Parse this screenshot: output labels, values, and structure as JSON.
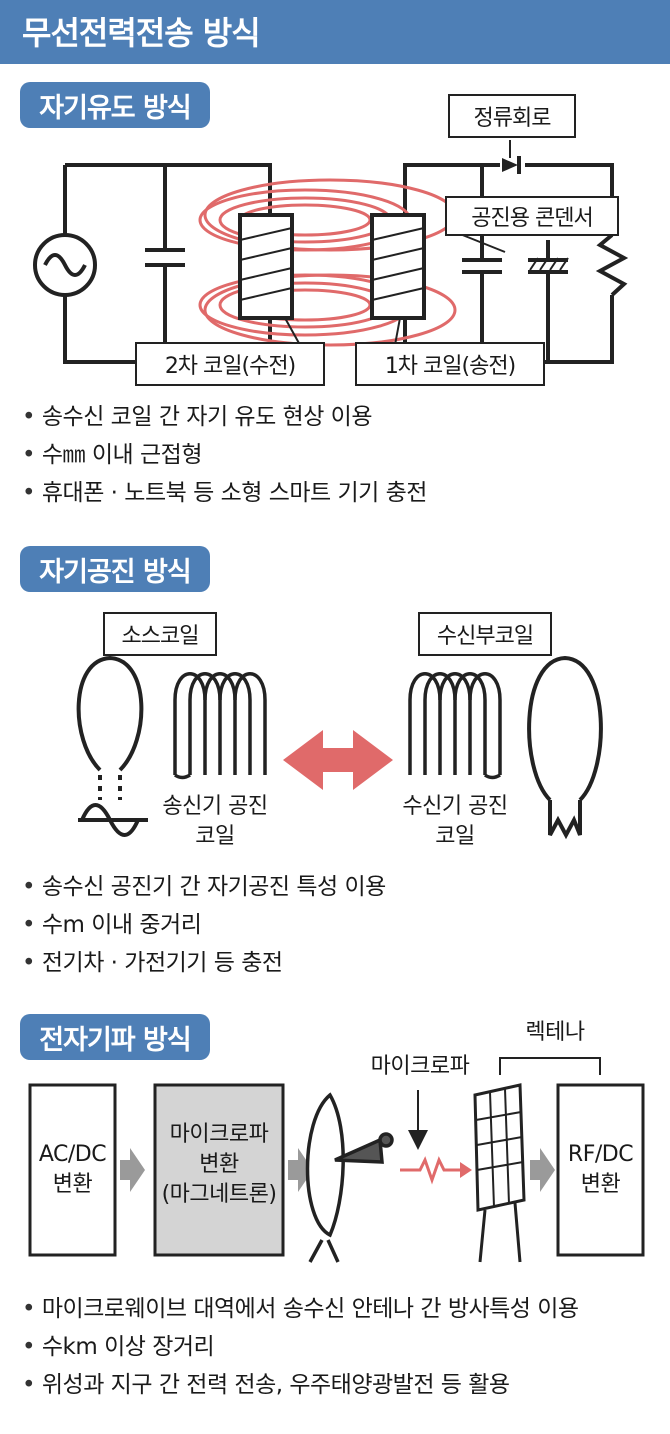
{
  "title": "무선전력전송 방식",
  "colors": {
    "header_blue": "#4e7fb6",
    "coil_red": "#e06a6a",
    "arrow_red": "#e06a6a",
    "block_gray": "#d4d4d4"
  },
  "sections": [
    {
      "tag": "자기유도 방식",
      "labels": {
        "rectifier": "정류회로",
        "capacitor": "공진용 콘덴서",
        "secondary_coil": "2차 코일(수전)",
        "primary_coil": "1차 코일(송전)"
      },
      "bullets": [
        "송수신 코일 간 자기 유도 현상 이용",
        "수㎜ 이내 근접형",
        "휴대폰 · 노트북 등 소형 스마트 기기 충전"
      ]
    },
    {
      "tag": "자기공진 방식",
      "labels": {
        "source_coil": "소스코일",
        "receiver_coil": "수신부코일",
        "tx_resonator_line1": "송신기 공진",
        "tx_resonator_line2": "코일",
        "rx_resonator_line1": "수신기 공진",
        "rx_resonator_line2": "코일"
      },
      "bullets": [
        "송수신 공진기 간 자기공진 특성 이용",
        "수m 이내 중거리",
        "전기차 · 가전기기 등 충전"
      ]
    },
    {
      "tag": "전자기파 방식",
      "labels": {
        "rectenna": "렉테나",
        "microwave": "마이크로파",
        "acdc_line1": "AC/DC",
        "acdc_line2": "변환",
        "mw_line1": "마이크로파",
        "mw_line2": "변환",
        "mw_line3": "(마그네트론)",
        "rfdc_line1": "RF/DC",
        "rfdc_line2": "변환"
      },
      "bullets": [
        "마이크로웨이브 대역에서 송수신 안테나 간 방사특성 이용",
        "수km 이상 장거리",
        "위성과 지구 간 전력 전송, 우주태양광발전 등 활용"
      ]
    }
  ]
}
